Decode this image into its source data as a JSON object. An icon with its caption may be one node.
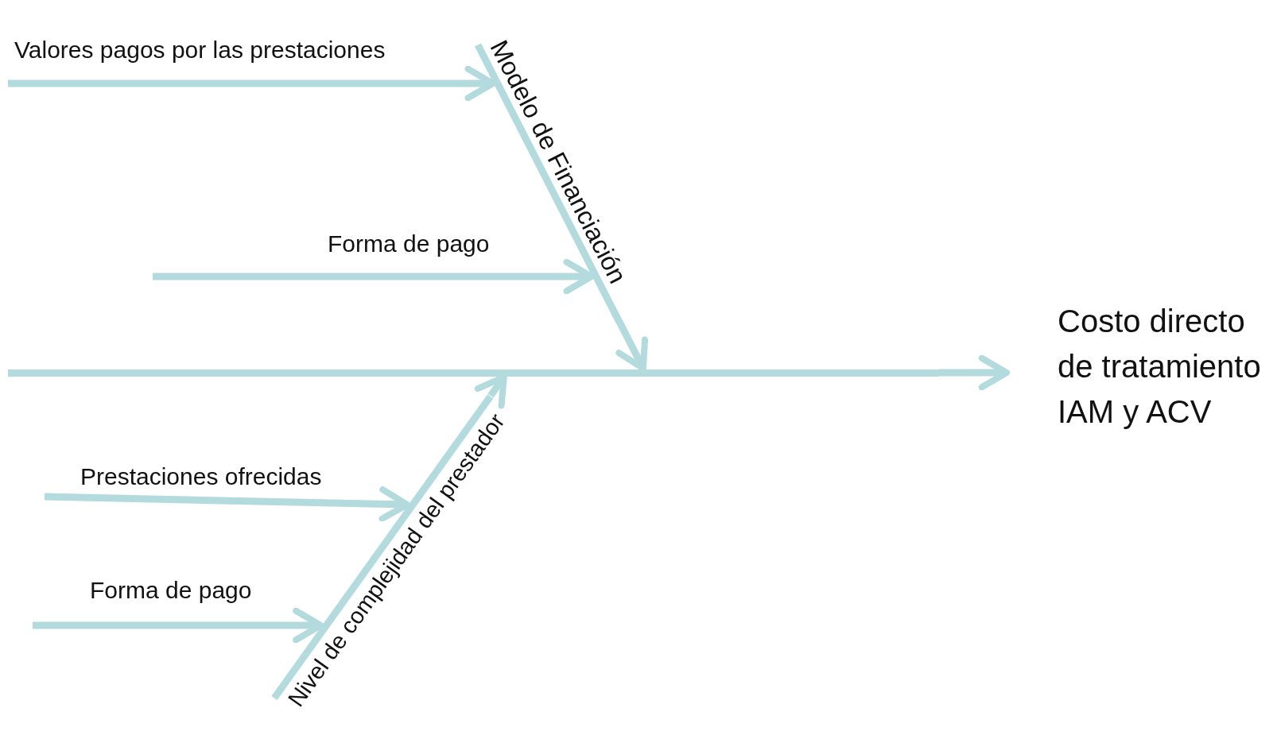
{
  "diagram": {
    "nodes": [
      {
        "text": [
          "Modelo de Financiación"
        ]
      },
      {
        "text": [],
        "shape": "bar"
      },
      {
        "text": [
          "Costo directo de tratamiento IAM y ACV"
        ]
      },
      {
        "text": [
          "Nivel de complejidad del prestador"
        ]
      }
    ],
    "edges": [
      {
        "from": null,
        "to": 0,
        "arrow": "to",
        "label": "Valores pagos por las prestaciones"
      },
      {
        "from": null,
        "to": 0,
        "arrow": "to",
        "label": "Forma de pago"
      },
      {
        "from": 0,
        "to": 1,
        "arrow": "to"
      },
      {
        "from": 1,
        "to": 2,
        "arrow": "to"
      },
      {
        "from": null,
        "to": 3,
        "arrow": "to",
        "label": "Prestaciones ofrecidas"
      },
      {
        "from": null,
        "to": 3,
        "arrow": "to",
        "label": "Forma de pago"
      },
      {
        "from": 3,
        "to": 1,
        "arrow": "to"
      }
    ]
  }
}
